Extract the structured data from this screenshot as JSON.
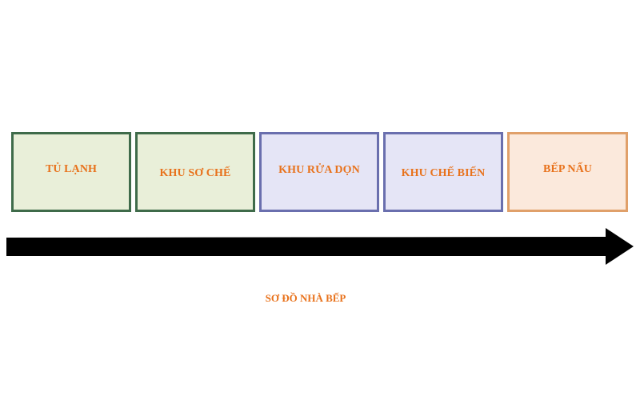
{
  "zones": [
    {
      "label": "TỦ LẠNH",
      "border": "#3f6b4a",
      "fill": "#e9efd9"
    },
    {
      "label": "KHU SƠ CHẾ",
      "border": "#3f6b4a",
      "fill": "#e9efd9"
    },
    {
      "label": "KHU RỬA DỌN",
      "border": "#6a6fae",
      "fill": "#e5e5f6"
    },
    {
      "label": "KHU CHẾ BIẾN",
      "border": "#6a6fae",
      "fill": "#e5e5f6"
    },
    {
      "label": "BẾP NẤU",
      "border": "#e0a06a",
      "fill": "#fbe9dc"
    }
  ],
  "flow_direction": "left-to-right",
  "caption": "SƠ ĐỒ NHÀ BẾP",
  "colors": {
    "label_text": "#e8721c",
    "arrow": "#000000"
  }
}
